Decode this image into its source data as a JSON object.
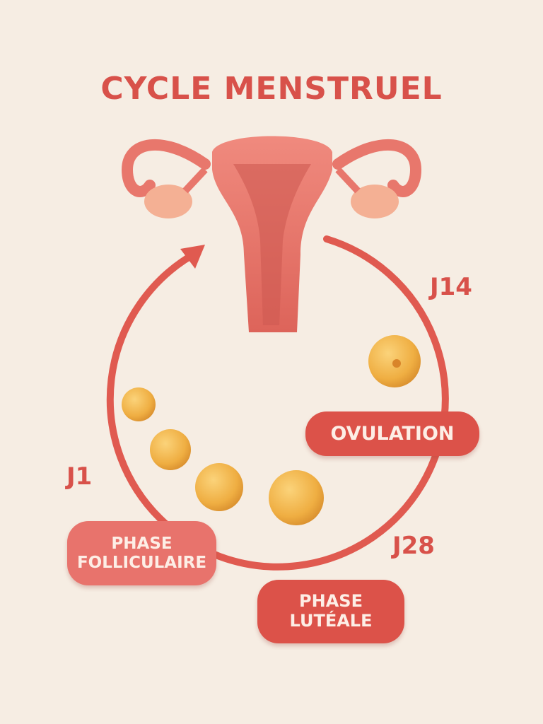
{
  "title": "CYCLE MENSTRUEL",
  "days": {
    "start": "J1",
    "mid": "J14",
    "end": "J28"
  },
  "labels": {
    "ovulation": "OVULATION",
    "follicular_1": "PHASE",
    "follicular_2": "FOLLICULAIRE",
    "luteal_1": "PHASE",
    "luteal_2": "LUTÉALE"
  },
  "colors": {
    "accent": "#d8514a",
    "follicle": "#f2b64a",
    "background": "#f6ede3",
    "uterus": "#e8776c"
  }
}
